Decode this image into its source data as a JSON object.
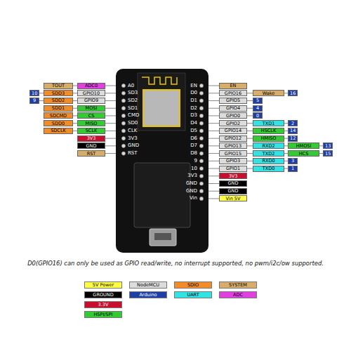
{
  "diagram": {
    "nodes": [
      {
        "text": [
          "TOUT"
        ]
      },
      {
        "text": [
          "ADC0"
        ]
      },
      {
        "text": [
          "10"
        ]
      },
      {
        "text": [
          "SDD3"
        ]
      },
      {
        "text": [
          "GPIO10"
        ]
      },
      {
        "text": [
          "9"
        ]
      },
      {
        "text": [
          "SDD2"
        ]
      },
      {
        "text": [
          "GPIO9"
        ]
      },
      {
        "text": [
          "SDD1"
        ]
      },
      {
        "text": [
          "MOSI"
        ]
      },
      {
        "text": [
          "SDCMD"
        ]
      },
      {
        "text": [
          "CS"
        ]
      },
      {
        "text": [
          "SDD0"
        ]
      },
      {
        "text": [
          "MISO"
        ]
      },
      {
        "text": [
          "SDCLK"
        ]
      },
      {
        "text": [
          "SCLK"
        ]
      },
      {
        "text": [
          "3V3"
        ]
      },
      {
        "text": [
          "GND"
        ]
      },
      {
        "text": [
          "RST"
        ]
      },
      {
        "text": [
          "EN"
        ]
      },
      {
        "text": [
          "GPIO16"
        ]
      },
      {
        "text": [
          "Wake"
        ]
      },
      {
        "text": [
          "16"
        ]
      },
      {
        "text": [
          "GPIO5"
        ]
      },
      {
        "text": [
          "5"
        ]
      },
      {
        "text": [
          "GPIO4"
        ]
      },
      {
        "text": [
          "4"
        ]
      },
      {
        "text": [
          "GPIO0"
        ]
      },
      {
        "text": [
          "0"
        ]
      },
      {
        "text": [
          "GPIO2"
        ]
      },
      {
        "text": [
          "TXD1"
        ]
      },
      {
        "text": [
          "2"
        ]
      },
      {
        "text": [
          "GPIO14"
        ]
      },
      {
        "text": [
          "HSCLK"
        ]
      },
      {
        "text": [
          "14"
        ]
      },
      {
        "text": [
          "GPIO12"
        ]
      },
      {
        "text": [
          "HMISO"
        ]
      },
      {
        "text": [
          "12"
        ]
      },
      {
        "text": [
          "GPIO13"
        ]
      },
      {
        "text": [
          "RXD2"
        ]
      },
      {
        "text": [
          "HMOSI"
        ]
      },
      {
        "text": [
          "13"
        ]
      },
      {
        "text": [
          "GPIO15"
        ]
      },
      {
        "text": [
          "TXD2"
        ]
      },
      {
        "text": [
          "HCS"
        ]
      },
      {
        "text": [
          "15"
        ]
      },
      {
        "text": [
          "GPIO3"
        ]
      },
      {
        "text": [
          "RXD0"
        ]
      },
      {
        "text": [
          "3"
        ]
      },
      {
        "text": [
          "GPIO1"
        ]
      },
      {
        "text": [
          "TXD0"
        ]
      },
      {
        "text": [
          "1"
        ]
      },
      {
        "text": [
          "3V3"
        ]
      },
      {
        "text": [
          "GND"
        ]
      },
      {
        "text": [
          "GND"
        ]
      },
      {
        "text": [
          "Vin 5V"
        ]
      }
    ],
    "labels": [
      "A0",
      "SD3",
      "SD2",
      "SD1",
      "CMD",
      "SD0",
      "CLK",
      "3V3",
      "GND",
      "RST",
      "EN",
      "D0",
      "D1",
      "D2",
      "D3",
      "D4",
      "D5",
      "D6",
      "D7",
      "D8",
      "9",
      "10",
      "3V3",
      "GND",
      "GND",
      "Vin",
      "D0(GPIO16) can only be used as GPIO read/write, no interrupt supported, no pwm/i2c/ow supported."
    ],
    "legend": [
      {
        "text": "5V Power",
        "color": "#ffff44"
      },
      {
        "text": "NodeMCU",
        "color": "#dcdcdc"
      },
      {
        "text": "SDIO",
        "color": "#f28c28"
      },
      {
        "text": "SYSTEM",
        "color": "#d8ad6a"
      },
      {
        "text": "GROUND",
        "color": "#000000"
      },
      {
        "text": "Arduino",
        "color": "#1f3fa6"
      },
      {
        "text": "UART",
        "color": "#33e3e3"
      },
      {
        "text": "ADC",
        "color": "#e040e0"
      },
      {
        "text": "3.3V",
        "color": "#c8102e"
      },
      {
        "text": "HSPI/SPI",
        "color": "#35c935"
      }
    ]
  }
}
